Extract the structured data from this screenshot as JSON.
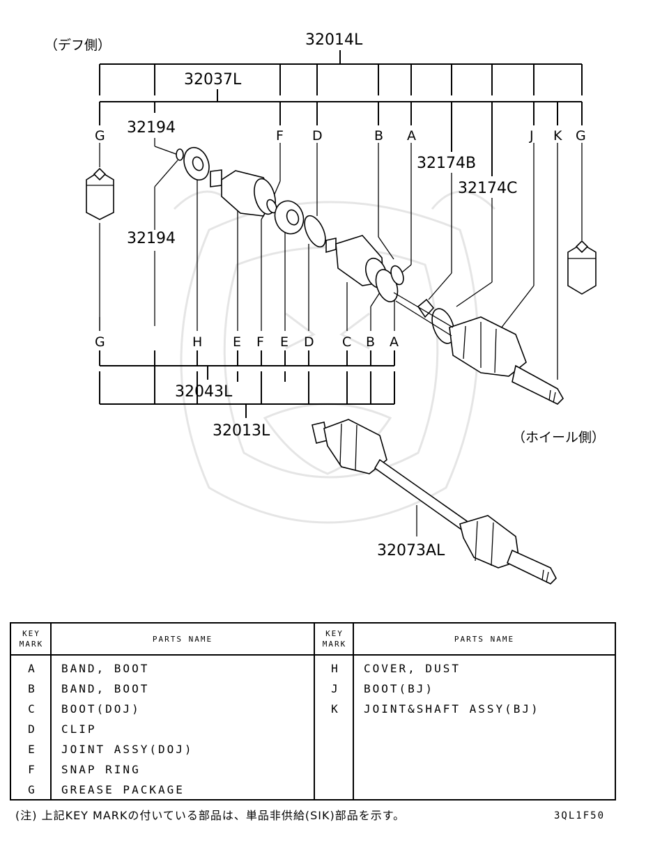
{
  "labels": {
    "diff_side": "（デフ側）",
    "wheel_side": "（ホイール側）"
  },
  "part_numbers": {
    "p32014L": "32014L",
    "p32037L": "32037L",
    "p32194_top": "32194",
    "p32194_mid": "32194",
    "p32174B": "32174B",
    "p32174C": "32174C",
    "p32043L": "32043L",
    "p32013L": "32013L",
    "p32073AL": "32073AL"
  },
  "top_keys": [
    "G",
    "F",
    "D",
    "B",
    "A",
    "J",
    "K",
    "G"
  ],
  "bottom_keys": [
    "G",
    "H",
    "E",
    "F",
    "E",
    "D",
    "C",
    "B",
    "A"
  ],
  "table": {
    "header_key": [
      "KEY",
      "MARK"
    ],
    "header_name": "PARTS NAME",
    "left_rows": [
      {
        "key": "A",
        "name": "BAND, BOOT"
      },
      {
        "key": "B",
        "name": "BAND, BOOT"
      },
      {
        "key": "C",
        "name": "BOOT(DOJ)"
      },
      {
        "key": "D",
        "name": "CLIP"
      },
      {
        "key": "E",
        "name": "JOINT ASSY(DOJ)"
      },
      {
        "key": "F",
        "name": "SNAP RING"
      },
      {
        "key": "G",
        "name": "GREASE PACKAGE"
      }
    ],
    "right_rows": [
      {
        "key": "H",
        "name": "COVER, DUST"
      },
      {
        "key": "J",
        "name": "BOOT(BJ)"
      },
      {
        "key": "K",
        "name": "JOINT&SHAFT ASSY(BJ)"
      }
    ]
  },
  "footnote": "(注) 上記KEY MARKの付いている部品は、単品非供給(SIK)部品を示す。",
  "diagram_code": "3QL1F50"
}
